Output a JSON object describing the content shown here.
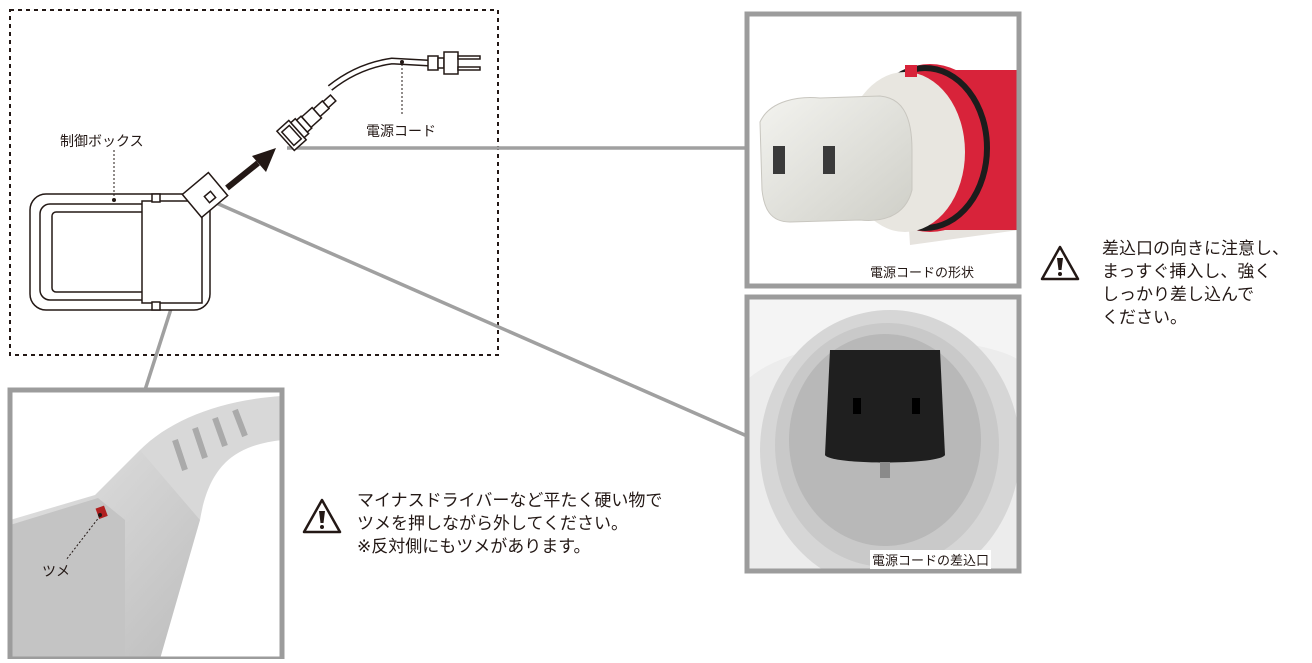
{
  "labels": {
    "control_box": "制御ボックス",
    "power_cord": "電源コード",
    "claw": "ツメ"
  },
  "photo_captions": {
    "cord_shape": "電源コードの形状",
    "cord_inlet": "電源コードの差込口"
  },
  "notes": {
    "insert": {
      "lines": [
        "差込口の向きに注意し、",
        "まっすぐ挿入し、強く",
        "しっかり差し込んで",
        "ください。"
      ]
    },
    "remove": {
      "lines": [
        "マイナスドライバーなど平たく硬い物で",
        "ツメを押しながら外してください。",
        "※反対側にもツメがあります。"
      ]
    }
  },
  "icons": {
    "warning": "warning-triangle-icon",
    "arrow": "insert-arrow-icon"
  },
  "colors": {
    "frame": "#9c9c9c",
    "red_collar": "#d8233a",
    "line": "#231815"
  }
}
